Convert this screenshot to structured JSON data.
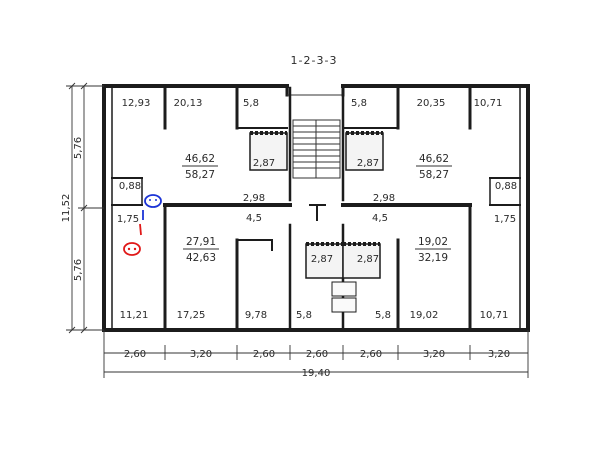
{
  "title": "1-2-3-3",
  "rooms": {
    "r1": "12,93",
    "r2": "20,13",
    "r3": "5,8",
    "r4": "5,8",
    "r5": "20,35",
    "r6": "10,71",
    "apt_left_top_living": "46,62",
    "apt_left_top_total": "58,27",
    "apt_right_top_living": "46,62",
    "apt_right_top_total": "58,27",
    "bath_tl": "2,87",
    "bath_tr": "2,87",
    "hall_l_area": "0,88",
    "hall_r_area": "0,88",
    "hall_l2": "1,75",
    "hall_r2": "1,75",
    "corr_l_top": "2,98",
    "corr_l_bot": "4,5",
    "corr_r_top": "2,98",
    "corr_r_bot": "4,5",
    "apt_left_bot_living": "27,91",
    "apt_left_bot_total": "42,63",
    "apt_right_bot_living": "19,02",
    "apt_right_bot_total": "32,19",
    "bath_bl": "2,87",
    "bath_br": "2,87",
    "b1": "11,21",
    "b2": "17,25",
    "b3": "9,78",
    "b4": "5,8",
    "b5": "5,8",
    "b6": "19,02",
    "b7": "10,71"
  },
  "dimensions": {
    "left_total": "11,52",
    "left_upper": "5,76",
    "left_lower": "5,76",
    "bottom_segments": [
      "2,60",
      "3,20",
      "2,60",
      "2,60",
      "2,60",
      "3,20",
      "3,20"
    ],
    "bottom_total": "19,40"
  },
  "markers": [
    {
      "name": "blue-face-marker",
      "color": "#1b33d6"
    },
    {
      "name": "red-face-marker",
      "color": "#e01818"
    }
  ]
}
